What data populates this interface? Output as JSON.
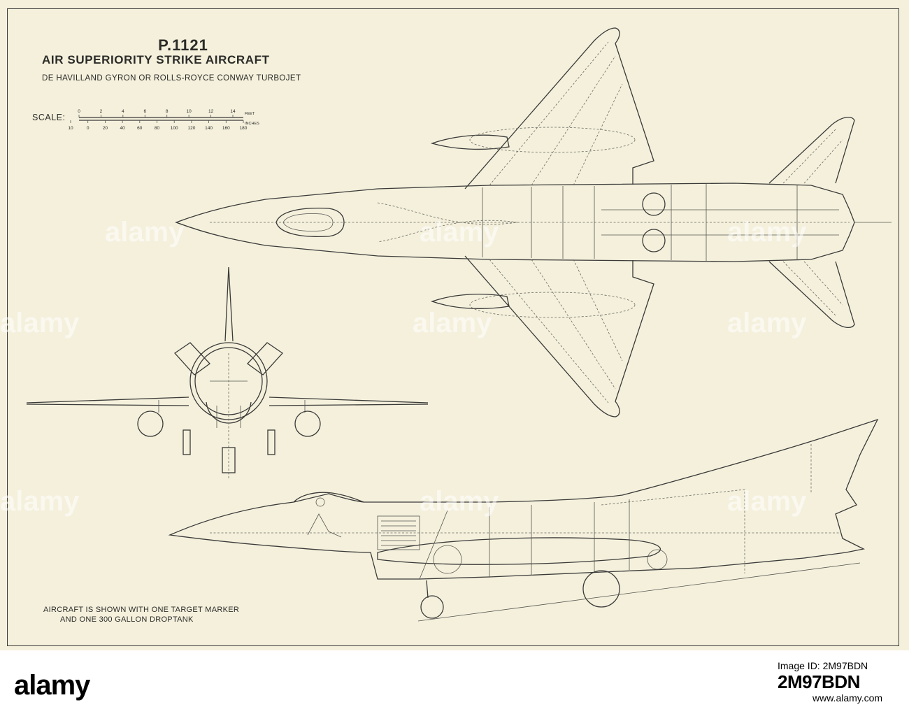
{
  "drawing": {
    "title": "P.1121",
    "subtitle": "AIR SUPERIORITY STRIKE AIRCRAFT",
    "engine_note": "DE HAVILLAND GYRON OR ROLLS-ROYCE CONWAY TURBOJET",
    "scale": {
      "label": "SCALE:",
      "feet_unit": "FEET",
      "inches_unit": "INCHES",
      "feet_ticks": [
        "0",
        "2",
        "4",
        "6",
        "8",
        "10",
        "12",
        "14"
      ],
      "inches_ticks": [
        "10",
        "0",
        "20",
        "40",
        "60",
        "80",
        "100",
        "120",
        "140",
        "160",
        "180"
      ]
    },
    "note_line1": "AIRCRAFT IS SHOWN WITH ONE TARGET MARKER",
    "note_line2": "AND ONE 300 GALLON DROPTANK",
    "paper_color": "#f4f0dc",
    "ink_color": "#3a3a38"
  },
  "watermark": {
    "text": "alamy",
    "color": "#ffffff"
  },
  "footer": {
    "logo": "alamy",
    "image_id_label": "Image ID: 2M97BDN",
    "image_id_value": "2M97BDN",
    "site": "www.alamy.com"
  }
}
